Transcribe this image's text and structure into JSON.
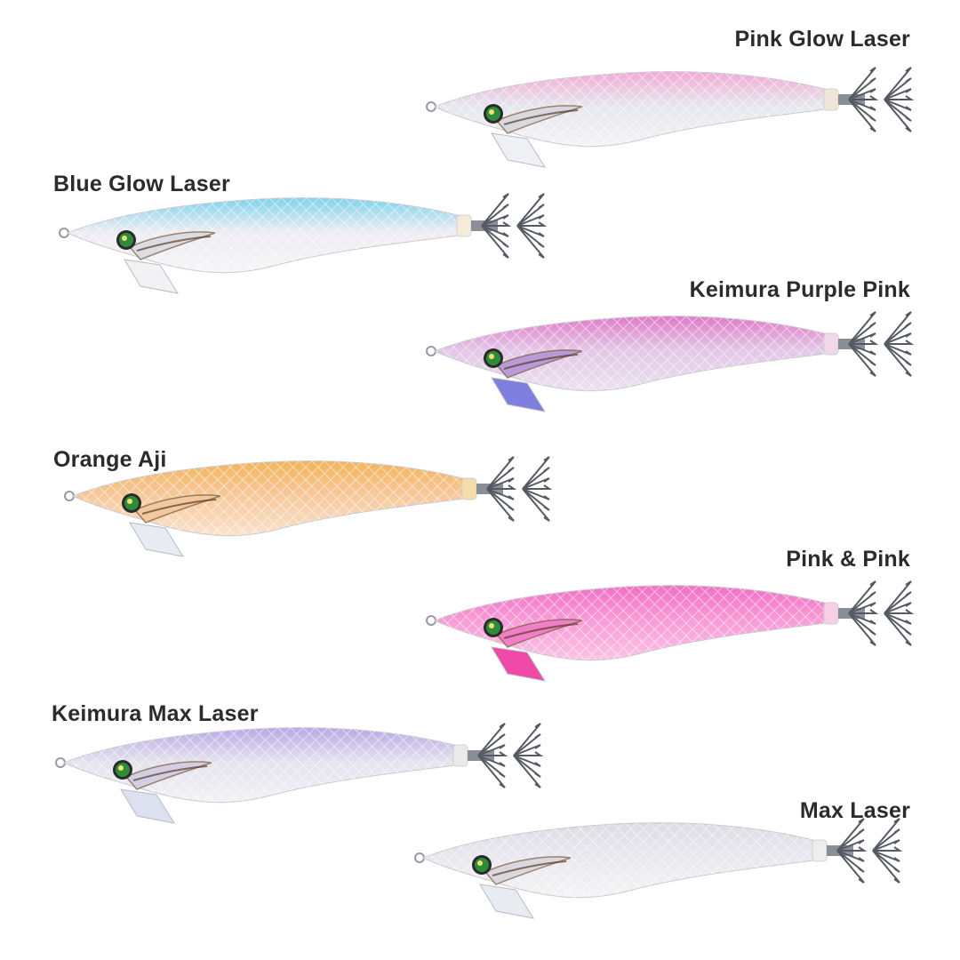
{
  "lures": [
    {
      "name": "Pink Glow Laser",
      "icon": "squid-jig-icon",
      "colors": {
        "back": "#f2a9d6",
        "body": "#e6e6ec",
        "belly": "#f4f4f6",
        "sinker": "#eef0f4",
        "collar": "#efe6d8",
        "cloth": "#d8d8e0"
      }
    },
    {
      "name": "Blue Glow Laser",
      "icon": "squid-jig-icon",
      "colors": {
        "back": "#7ed3ec",
        "body": "#ececf2",
        "belly": "#f6f6f8",
        "sinker": "#f2f2f4",
        "collar": "#f4ecd8",
        "cloth": "#dcdce4"
      }
    },
    {
      "name": "Keimura Purple Pink",
      "icon": "squid-jig-icon",
      "colors": {
        "back": "#e07ac8",
        "body": "#e3c6e6",
        "belly": "#eae2f0",
        "sinker": "#7f7fe0",
        "collar": "#f0d8ea",
        "cloth": "#b89ad8"
      }
    },
    {
      "name": "Orange Aji",
      "icon": "squid-jig-icon",
      "colors": {
        "back": "#f2b45a",
        "body": "#f6c89a",
        "belly": "#fae2cc",
        "sinker": "#e8ecf2",
        "collar": "#f6dcaa",
        "cloth": "#f2c8a0"
      }
    },
    {
      "name": "Pink & Pink",
      "icon": "squid-jig-icon",
      "colors": {
        "back": "#f070c4",
        "body": "#f79ad6",
        "belly": "#fbc4e4",
        "sinker": "#f04aa8",
        "collar": "#f8cde6",
        "cloth": "#f07ec8"
      }
    },
    {
      "name": "Keimura Max Laser",
      "icon": "squid-jig-icon",
      "colors": {
        "back": "#b8a8e6",
        "body": "#e4e2ec",
        "belly": "#f2f2f6",
        "sinker": "#dde0ee",
        "collar": "#eaeaea",
        "cloth": "#d2cfe4"
      }
    },
    {
      "name": "Max Laser",
      "icon": "squid-jig-icon",
      "colors": {
        "back": "#dcdce2",
        "body": "#e8e8ee",
        "belly": "#f4f4f6",
        "sinker": "#e8ecf0",
        "collar": "#eeeeee",
        "cloth": "#d8d8de"
      }
    }
  ]
}
